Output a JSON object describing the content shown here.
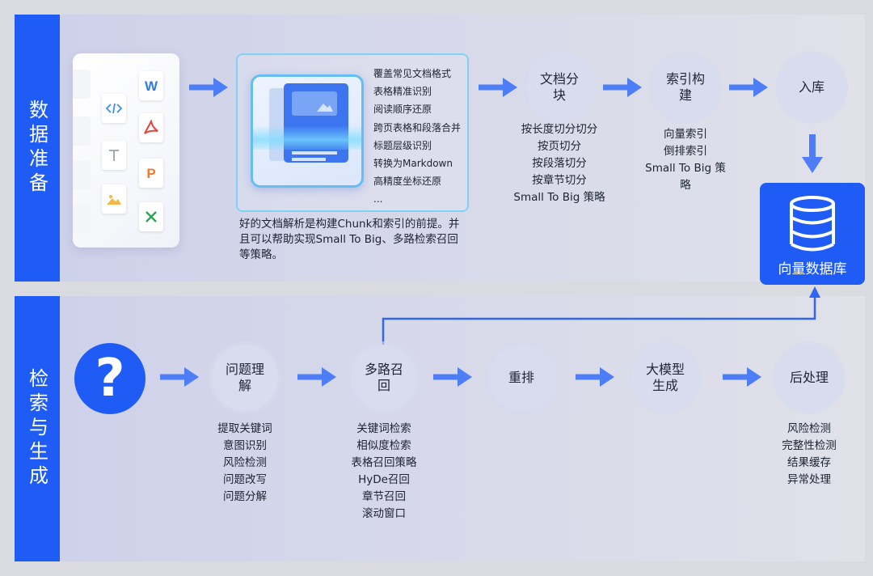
{
  "sections": {
    "prep_label": "数据准备",
    "retrieval_label": "检索与生成"
  },
  "parse": {
    "features": [
      "覆盖常见文档格式",
      "表格精准识别",
      "阅读顺序还原",
      "跨页表格和段落合并",
      "标题层级识别",
      "转换为Markdown",
      "高精度坐标还原",
      "..."
    ],
    "caption_lines": [
      "好的文档解析是构建Chunk和索引的前提。并",
      "且可以帮助实现Small To Big、多路检索召回",
      "等策略。"
    ]
  },
  "chunk": {
    "title": "文档分块",
    "items": [
      "按长度切分切分",
      "按页切分",
      "按段落切分",
      "按章节切分",
      "Small To Big 策略"
    ]
  },
  "index": {
    "title": "索引构建",
    "items": [
      "向量索引",
      "倒排索引",
      "Small To Big 策",
      "略"
    ]
  },
  "store": {
    "title": "入库"
  },
  "vector_db": {
    "label": "向量数据库"
  },
  "understand": {
    "title": "问题理解",
    "items": [
      "提取关键词",
      "意图识别",
      "风险检测",
      "问题改写",
      "问题分解"
    ]
  },
  "recall": {
    "title": "多路召回",
    "items": [
      "关键词检索",
      "相似度检索",
      "表格召回策略",
      "HyDe召回",
      "章节召回",
      "滚动窗口"
    ]
  },
  "rerank": {
    "title": "重排"
  },
  "llm": {
    "title": "大模型生成"
  },
  "post": {
    "title": "后处理",
    "items": [
      "风险检测",
      "完整性检测",
      "结果缓存",
      "异常处理"
    ]
  },
  "colors": {
    "accent": "#1f5cf6",
    "panel": "#d3d6ec",
    "arrow": "#4d7df7",
    "highlight": "#7fd2f2"
  },
  "icons": [
    "code-file-icon",
    "text-file-icon",
    "image-file-icon",
    "word-file-icon",
    "pdf-file-icon",
    "ppt-file-icon",
    "excel-file-icon",
    "database-icon",
    "question-mark-icon"
  ]
}
